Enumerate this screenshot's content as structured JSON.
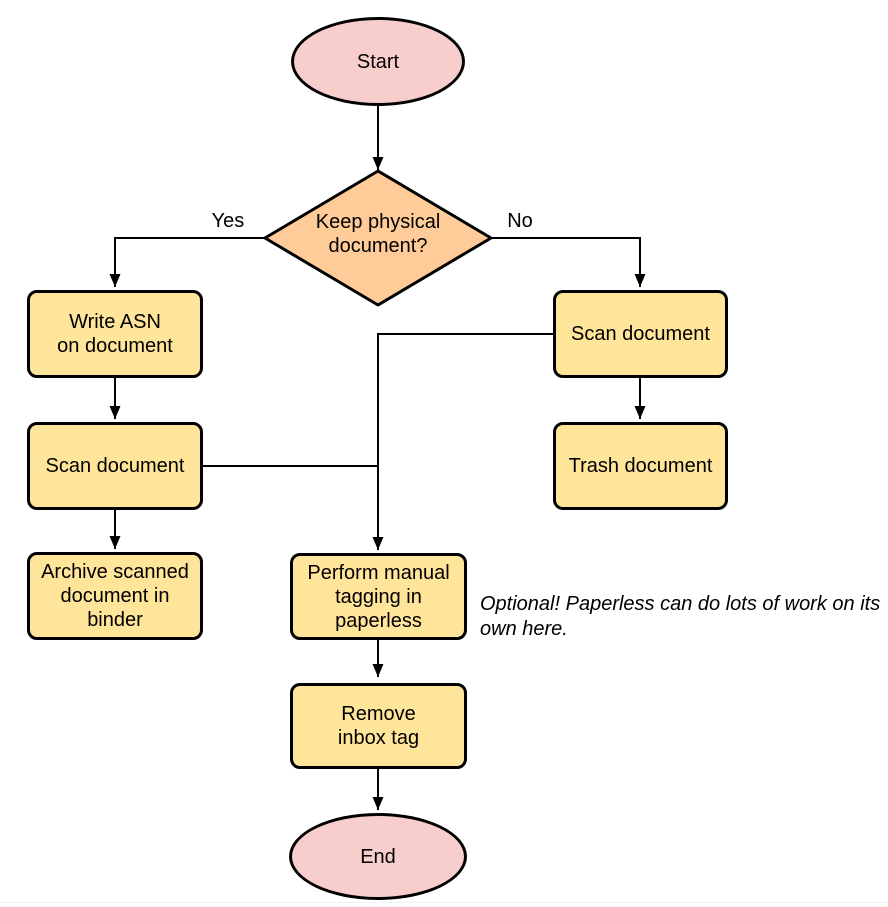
{
  "colors": {
    "terminal_fill": "#f8cecc",
    "decision_fill": "#ffcc99",
    "process_fill": "#ffe599",
    "stroke": "#000000"
  },
  "nodes": {
    "start": {
      "label": "Start"
    },
    "decision": {
      "lines": [
        "Keep physical",
        "document?"
      ]
    },
    "write_asn": {
      "lines": [
        "Write ASN",
        "on document"
      ]
    },
    "scan_left": {
      "lines": [
        "Scan document"
      ]
    },
    "archive": {
      "lines": [
        "Archive scanned",
        "document in",
        "binder"
      ]
    },
    "scan_right": {
      "lines": [
        "Scan document"
      ]
    },
    "trash": {
      "lines": [
        "Trash document"
      ]
    },
    "perform_tagging": {
      "lines": [
        "Perform manual",
        "tagging in",
        "paperless"
      ]
    },
    "remove_inbox": {
      "lines": [
        "Remove",
        "inbox tag"
      ]
    },
    "end": {
      "label": "End"
    }
  },
  "edge_labels": {
    "yes": "Yes",
    "no": "No"
  },
  "note": {
    "text": "Optional! Paperless can do lots of work on its own here."
  }
}
